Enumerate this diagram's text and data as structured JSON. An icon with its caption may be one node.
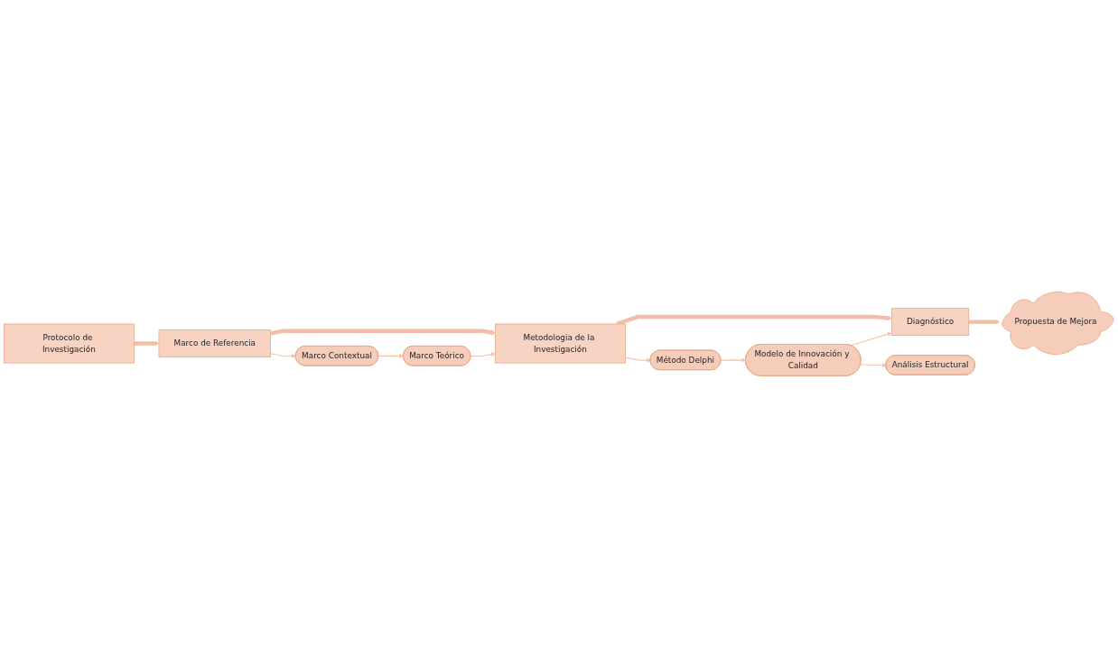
{
  "diagram": {
    "nodes": [
      {
        "text": [
          "Protocolo de Investigación"
        ]
      },
      {
        "text": [
          "Marco de Referencia"
        ]
      },
      {
        "text": [
          "Metodologia de la Investigación"
        ]
      },
      {
        "text": [
          "Diagnóstico"
        ]
      },
      {
        "text": [
          "Marco Contextual"
        ]
      },
      {
        "text": [
          "Marco Teórico"
        ]
      },
      {
        "text": [
          "Método Delphi"
        ]
      },
      {
        "text": [
          "Modelo de Innovación y Calidad"
        ]
      },
      {
        "text": [
          "Análisis Estructural"
        ]
      },
      {
        "text": [
          "Propuesta de Mejora"
        ]
      }
    ],
    "edges": [
      {
        "from": 0,
        "to": 1,
        "arrow": "to",
        "style": "thick"
      },
      {
        "from": 1,
        "to": 2,
        "arrow": "to",
        "style": "thick"
      },
      {
        "from": 2,
        "to": 3,
        "arrow": "to",
        "style": "thick"
      },
      {
        "from": 1,
        "to": 4,
        "arrow": "to"
      },
      {
        "from": 4,
        "to": 5,
        "arrow": "to"
      },
      {
        "from": 5,
        "to": 2,
        "arrow": "to"
      },
      {
        "from": 2,
        "to": 6,
        "arrow": "to"
      },
      {
        "from": 6,
        "to": 7,
        "arrow": "to"
      },
      {
        "from": 7,
        "to": 8,
        "arrow": "to"
      },
      {
        "from": 7,
        "to": 3,
        "arrow": "to"
      },
      {
        "from": 3,
        "to": 9,
        "arrow": "to",
        "style": "thick"
      }
    ]
  }
}
